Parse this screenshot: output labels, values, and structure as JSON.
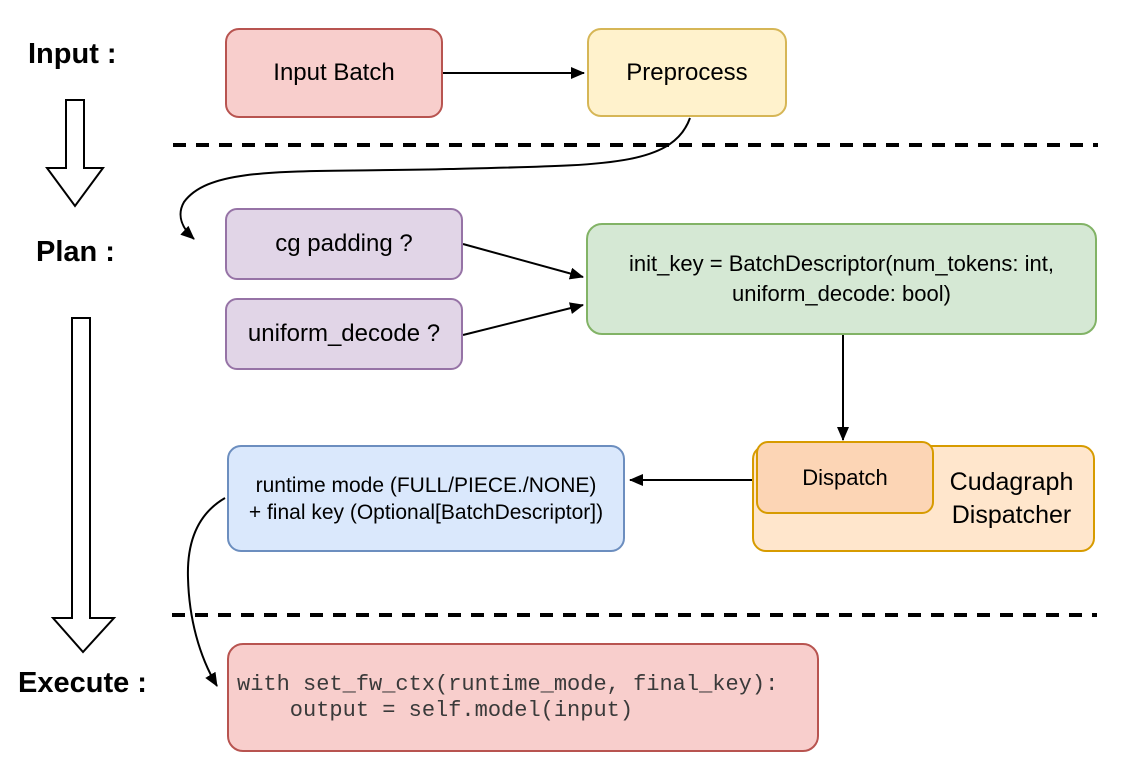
{
  "stage_labels": {
    "input": "Input :",
    "plan": "Plan :",
    "execute": "Execute :"
  },
  "nodes": {
    "input_batch": {
      "label": "Input Batch",
      "fill": "#f8cecc",
      "border": "#b85450"
    },
    "preprocess": {
      "label": "Preprocess",
      "fill": "#fff2cc",
      "border": "#d6b656"
    },
    "cg_padding": {
      "label": "cg padding ?",
      "fill": "#e1d5e7",
      "border": "#9673a6"
    },
    "uniform_decode": {
      "label": "uniform_decode ?",
      "fill": "#e1d5e7",
      "border": "#9673a6"
    },
    "init_key": {
      "line1": "init_key = BatchDescriptor(num_tokens: int,",
      "line2": "uniform_decode: bool)",
      "fill": "#d5e8d4",
      "border": "#82b366"
    },
    "dispatch": {
      "label": "Dispatch",
      "fill": "#fcd5b5",
      "border": "#d79b00"
    },
    "cudagraph_dispatcher": {
      "line1": "Cudagraph",
      "line2": "Dispatcher",
      "fill": "#ffe6cc",
      "border": "#d79b00"
    },
    "runtime_mode": {
      "line1": "runtime mode (FULL/PIECE./NONE)",
      "line2": "+ final key (Optional[BatchDescriptor])",
      "fill": "#dae8fc",
      "border": "#6c8ebf"
    },
    "execute_code": {
      "line1": "with set_fw_ctx(runtime_mode, final_key):",
      "line2": "    output = self.model(input)",
      "fill": "#f8cecc",
      "border": "#b85450"
    }
  },
  "connector_color": "#000000"
}
